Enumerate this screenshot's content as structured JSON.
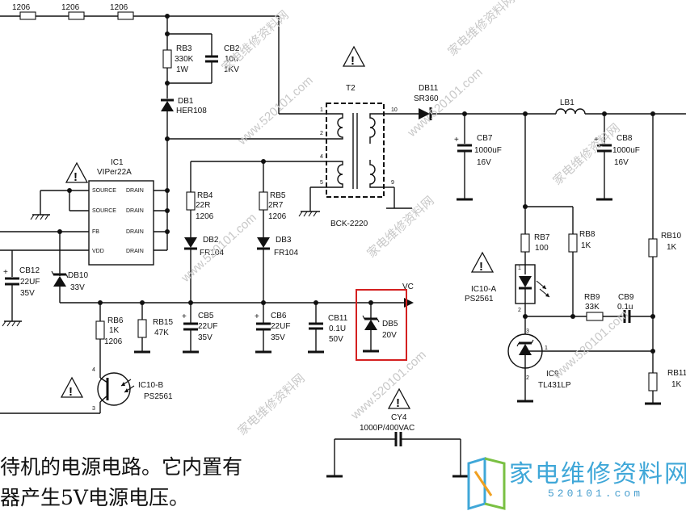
{
  "top_resistors": [
    "1206",
    "1206",
    "1206"
  ],
  "RB3": {
    "ref": "RB3",
    "value": "330K",
    "rating": "1W"
  },
  "CB2": {
    "ref": "CB2",
    "value": "10n",
    "rating": "1KV"
  },
  "DB1": {
    "ref": "DB1",
    "part": "HER108"
  },
  "T2": {
    "ref": "T2",
    "part": "BCK-2220",
    "pins": [
      "1",
      "2",
      "4",
      "5",
      "10",
      "9"
    ]
  },
  "DB11": {
    "ref": "DB11",
    "part": "SR360"
  },
  "LB1": {
    "ref": "LB1"
  },
  "CB7": {
    "ref": "CB7",
    "value": "1000uF",
    "rating": "16V"
  },
  "CB8": {
    "ref": "CB8",
    "value": "1000uF",
    "rating": "16V"
  },
  "IC1": {
    "ref": "IC1",
    "part": "VIPer22A",
    "pins": [
      "SOURCE",
      "SOURCE",
      "FB",
      "VDD",
      "DRAIN",
      "DRAIN",
      "DRAIN",
      "DRAIN"
    ]
  },
  "RB4": {
    "ref": "RB4",
    "value": "22R",
    "package": "1206"
  },
  "RB5": {
    "ref": "RB5",
    "value": "2R7",
    "package": "1206"
  },
  "DB2": {
    "ref": "DB2",
    "part": "FR104"
  },
  "DB3": {
    "ref": "DB3",
    "part": "FR104"
  },
  "RB7": {
    "ref": "RB7",
    "value": "100"
  },
  "RB8": {
    "ref": "RB8",
    "value": "1K"
  },
  "RB10": {
    "ref": "RB10",
    "value": "1K"
  },
  "IC10A": {
    "ref": "IC10-A",
    "part": "PS2561",
    "pins": [
      "1",
      "2"
    ]
  },
  "RB9": {
    "ref": "RB9",
    "value": "33K"
  },
  "CB9": {
    "ref": "CB9",
    "value": "0.1u"
  },
  "CB12": {
    "ref": "CB12",
    "value": "22UF",
    "rating": "35V"
  },
  "DB10": {
    "ref": "DB10",
    "value": "33V"
  },
  "VC": "VC",
  "CB11": {
    "ref": "CB11",
    "value": "0.1U",
    "rating": "50V"
  },
  "DB5": {
    "ref": "DB5",
    "value": "20V"
  },
  "RB6": {
    "ref": "RB6",
    "value": "1K",
    "package": "1206"
  },
  "RB15": {
    "ref": "RB15",
    "value": "47K"
  },
  "CB5": {
    "ref": "CB5",
    "value": "22UF",
    "rating": "35V"
  },
  "CB6": {
    "ref": "CB6",
    "value": "22UF",
    "rating": "35V"
  },
  "IC9": {
    "ref": "IC9",
    "part": "TL431LP",
    "pins": [
      "3",
      "1",
      "2"
    ]
  },
  "RB11": {
    "ref": "RB11",
    "value": "1K"
  },
  "IC10B": {
    "ref": "IC10-B",
    "part": "PS2561",
    "pins": [
      "4",
      "3"
    ]
  },
  "CY4": {
    "ref": "CY4",
    "value": "1000P/400VAC"
  },
  "caption": [
    "待机的电源电路。它内置有",
    "器产生5V电源电压。"
  ],
  "logo": {
    "name": "家电维修资料网",
    "url": "520101.com"
  },
  "watermark": {
    "site": "www.520101.com",
    "cn": "家电维修资料网"
  }
}
